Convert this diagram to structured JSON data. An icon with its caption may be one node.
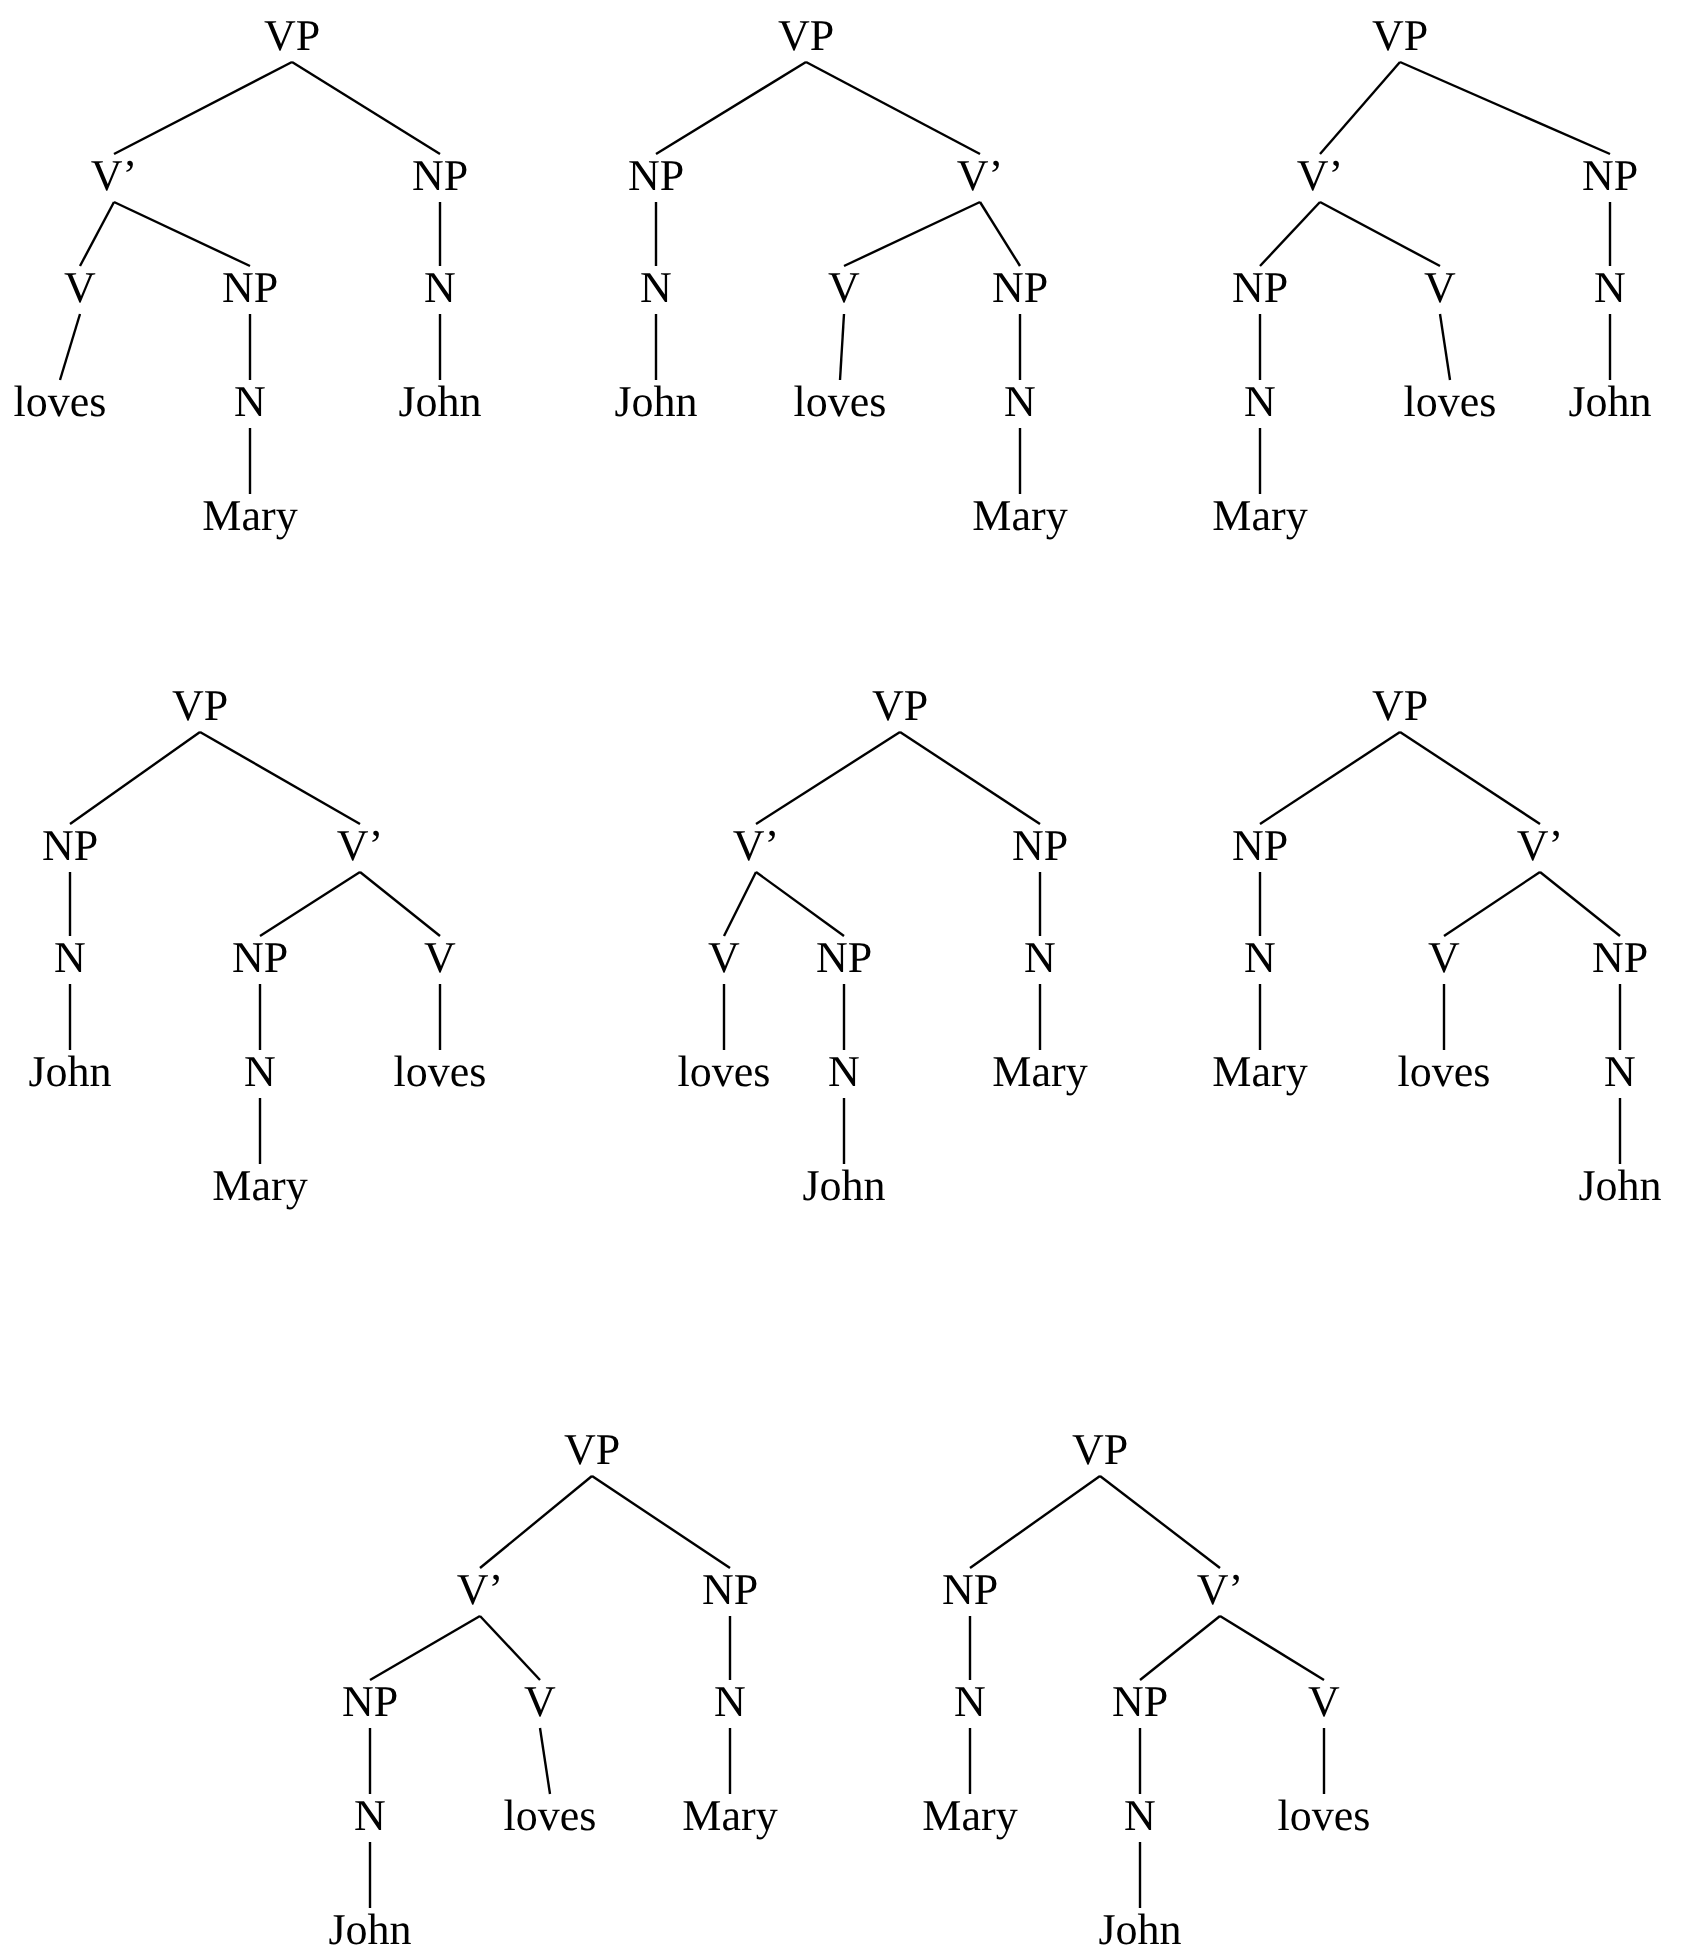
{
  "diagram": {
    "nodes": [
      {
        "text": [
          "VP"
        ]
      },
      {
        "text": [
          "V’"
        ]
      },
      {
        "text": [
          "NP"
        ]
      },
      {
        "text": [
          "V"
        ]
      },
      {
        "text": [
          "NP"
        ]
      },
      {
        "text": [
          "N"
        ]
      },
      {
        "text": [
          "loves"
        ]
      },
      {
        "text": [
          "N"
        ]
      },
      {
        "text": [
          "John"
        ]
      },
      {
        "text": [
          "Mary"
        ]
      },
      {
        "text": [
          "VP"
        ]
      },
      {
        "text": [
          "NP"
        ]
      },
      {
        "text": [
          "V’"
        ]
      },
      {
        "text": [
          "N"
        ]
      },
      {
        "text": [
          "V"
        ]
      },
      {
        "text": [
          "NP"
        ]
      },
      {
        "text": [
          "John"
        ]
      },
      {
        "text": [
          "loves"
        ]
      },
      {
        "text": [
          "N"
        ]
      },
      {
        "text": [
          "Mary"
        ]
      },
      {
        "text": [
          "VP"
        ]
      },
      {
        "text": [
          "V’"
        ]
      },
      {
        "text": [
          "NP"
        ]
      },
      {
        "text": [
          "NP"
        ]
      },
      {
        "text": [
          "V"
        ]
      },
      {
        "text": [
          "N"
        ]
      },
      {
        "text": [
          "N"
        ]
      },
      {
        "text": [
          "loves"
        ]
      },
      {
        "text": [
          "John"
        ]
      },
      {
        "text": [
          "Mary"
        ]
      },
      {
        "text": [
          "VP"
        ]
      },
      {
        "text": [
          "NP"
        ]
      },
      {
        "text": [
          "V’"
        ]
      },
      {
        "text": [
          "N"
        ]
      },
      {
        "text": [
          "NP"
        ]
      },
      {
        "text": [
          "V"
        ]
      },
      {
        "text": [
          "John"
        ]
      },
      {
        "text": [
          "N"
        ]
      },
      {
        "text": [
          "loves"
        ]
      },
      {
        "text": [
          "Mary"
        ]
      },
      {
        "text": [
          "VP"
        ]
      },
      {
        "text": [
          "V’"
        ]
      },
      {
        "text": [
          "NP"
        ]
      },
      {
        "text": [
          "V"
        ]
      },
      {
        "text": [
          "NP"
        ]
      },
      {
        "text": [
          "N"
        ]
      },
      {
        "text": [
          "loves"
        ]
      },
      {
        "text": [
          "N"
        ]
      },
      {
        "text": [
          "Mary"
        ]
      },
      {
        "text": [
          "John"
        ]
      },
      {
        "text": [
          "VP"
        ]
      },
      {
        "text": [
          "NP"
        ]
      },
      {
        "text": [
          "V’"
        ]
      },
      {
        "text": [
          "N"
        ]
      },
      {
        "text": [
          "V"
        ]
      },
      {
        "text": [
          "NP"
        ]
      },
      {
        "text": [
          "Mary"
        ]
      },
      {
        "text": [
          "loves"
        ]
      },
      {
        "text": [
          "N"
        ]
      },
      {
        "text": [
          "John"
        ]
      },
      {
        "text": [
          "VP"
        ]
      },
      {
        "text": [
          "V’"
        ]
      },
      {
        "text": [
          "NP"
        ]
      },
      {
        "text": [
          "NP"
        ]
      },
      {
        "text": [
          "V"
        ]
      },
      {
        "text": [
          "N"
        ]
      },
      {
        "text": [
          "N"
        ]
      },
      {
        "text": [
          "loves"
        ]
      },
      {
        "text": [
          "Mary"
        ]
      },
      {
        "text": [
          "John"
        ]
      },
      {
        "text": [
          "VP"
        ]
      },
      {
        "text": [
          "NP"
        ]
      },
      {
        "text": [
          "V’"
        ]
      },
      {
        "text": [
          "N"
        ]
      },
      {
        "text": [
          "NP"
        ]
      },
      {
        "text": [
          "V"
        ]
      },
      {
        "text": [
          "Mary"
        ]
      },
      {
        "text": [
          "N"
        ]
      },
      {
        "text": [
          "loves"
        ]
      },
      {
        "text": [
          "John"
        ]
      }
    ],
    "edges": [
      {
        "from": 0,
        "to": 1,
        "arrow": "none"
      },
      {
        "from": 0,
        "to": 2,
        "arrow": "none"
      },
      {
        "from": 1,
        "to": 3,
        "arrow": "none"
      },
      {
        "from": 1,
        "to": 4,
        "arrow": "none"
      },
      {
        "from": 2,
        "to": 5,
        "arrow": "none"
      },
      {
        "from": 3,
        "to": 6,
        "arrow": "none"
      },
      {
        "from": 4,
        "to": 7,
        "arrow": "none"
      },
      {
        "from": 5,
        "to": 8,
        "arrow": "none"
      },
      {
        "from": 7,
        "to": 9,
        "arrow": "none"
      },
      {
        "from": 10,
        "to": 11,
        "arrow": "none"
      },
      {
        "from": 10,
        "to": 12,
        "arrow": "none"
      },
      {
        "from": 11,
        "to": 13,
        "arrow": "none"
      },
      {
        "from": 12,
        "to": 14,
        "arrow": "none"
      },
      {
        "from": 12,
        "to": 15,
        "arrow": "none"
      },
      {
        "from": 13,
        "to": 16,
        "arrow": "none"
      },
      {
        "from": 14,
        "to": 17,
        "arrow": "none"
      },
      {
        "from": 15,
        "to": 18,
        "arrow": "none"
      },
      {
        "from": 18,
        "to": 19,
        "arrow": "none"
      },
      {
        "from": 20,
        "to": 21,
        "arrow": "none"
      },
      {
        "from": 20,
        "to": 22,
        "arrow": "none"
      },
      {
        "from": 21,
        "to": 23,
        "arrow": "none"
      },
      {
        "from": 21,
        "to": 24,
        "arrow": "none"
      },
      {
        "from": 22,
        "to": 25,
        "arrow": "none"
      },
      {
        "from": 23,
        "to": 26,
        "arrow": "none"
      },
      {
        "from": 24,
        "to": 27,
        "arrow": "none"
      },
      {
        "from": 25,
        "to": 28,
        "arrow": "none"
      },
      {
        "from": 26,
        "to": 29,
        "arrow": "none"
      },
      {
        "from": 30,
        "to": 31,
        "arrow": "none"
      },
      {
        "from": 30,
        "to": 32,
        "arrow": "none"
      },
      {
        "from": 31,
        "to": 33,
        "arrow": "none"
      },
      {
        "from": 32,
        "to": 34,
        "arrow": "none"
      },
      {
        "from": 32,
        "to": 35,
        "arrow": "none"
      },
      {
        "from": 33,
        "to": 36,
        "arrow": "none"
      },
      {
        "from": 34,
        "to": 37,
        "arrow": "none"
      },
      {
        "from": 35,
        "to": 38,
        "arrow": "none"
      },
      {
        "from": 37,
        "to": 39,
        "arrow": "none"
      },
      {
        "from": 40,
        "to": 41,
        "arrow": "none"
      },
      {
        "from": 40,
        "to": 42,
        "arrow": "none"
      },
      {
        "from": 41,
        "to": 43,
        "arrow": "none"
      },
      {
        "from": 41,
        "to": 44,
        "arrow": "none"
      },
      {
        "from": 42,
        "to": 45,
        "arrow": "none"
      },
      {
        "from": 43,
        "to": 46,
        "arrow": "none"
      },
      {
        "from": 44,
        "to": 47,
        "arrow": "none"
      },
      {
        "from": 45,
        "to": 48,
        "arrow": "none"
      },
      {
        "from": 47,
        "to": 49,
        "arrow": "none"
      },
      {
        "from": 50,
        "to": 51,
        "arrow": "none"
      },
      {
        "from": 50,
        "to": 52,
        "arrow": "none"
      },
      {
        "from": 51,
        "to": 53,
        "arrow": "none"
      },
      {
        "from": 52,
        "to": 54,
        "arrow": "none"
      },
      {
        "from": 52,
        "to": 55,
        "arrow": "none"
      },
      {
        "from": 53,
        "to": 56,
        "arrow": "none"
      },
      {
        "from": 54,
        "to": 57,
        "arrow": "none"
      },
      {
        "from": 55,
        "to": 58,
        "arrow": "none"
      },
      {
        "from": 58,
        "to": 59,
        "arrow": "none"
      },
      {
        "from": 60,
        "to": 61,
        "arrow": "none"
      },
      {
        "from": 60,
        "to": 62,
        "arrow": "none"
      },
      {
        "from": 61,
        "to": 63,
        "arrow": "none"
      },
      {
        "from": 61,
        "to": 64,
        "arrow": "none"
      },
      {
        "from": 62,
        "to": 65,
        "arrow": "none"
      },
      {
        "from": 63,
        "to": 66,
        "arrow": "none"
      },
      {
        "from": 64,
        "to": 67,
        "arrow": "none"
      },
      {
        "from": 65,
        "to": 68,
        "arrow": "none"
      },
      {
        "from": 66,
        "to": 69,
        "arrow": "none"
      },
      {
        "from": 70,
        "to": 71,
        "arrow": "none"
      },
      {
        "from": 70,
        "to": 72,
        "arrow": "none"
      },
      {
        "from": 71,
        "to": 73,
        "arrow": "none"
      },
      {
        "from": 72,
        "to": 74,
        "arrow": "none"
      },
      {
        "from": 72,
        "to": 75,
        "arrow": "none"
      },
      {
        "from": 73,
        "to": 76,
        "arrow": "none"
      },
      {
        "from": 74,
        "to": 77,
        "arrow": "none"
      },
      {
        "from": 75,
        "to": 78,
        "arrow": "none"
      },
      {
        "from": 77,
        "to": 79,
        "arrow": "none"
      }
    ]
  }
}
